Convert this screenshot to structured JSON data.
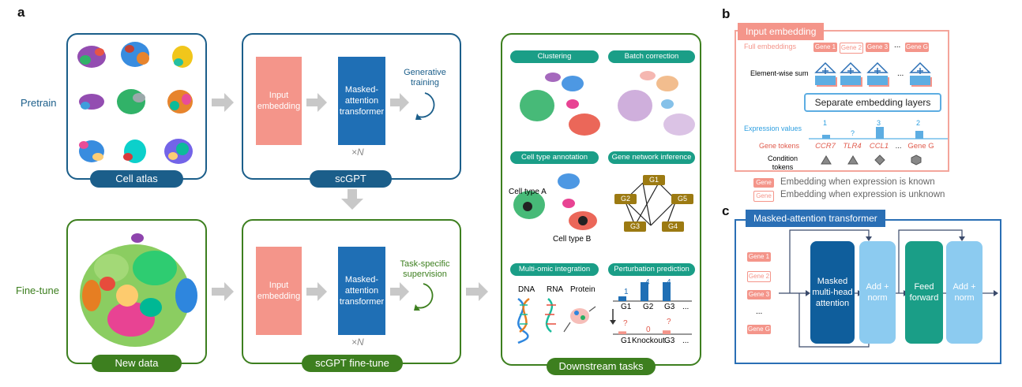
{
  "panel_letters": {
    "a": "a",
    "b": "b",
    "c": "c"
  },
  "colors": {
    "blue_dark": "#1b5e8a",
    "green_dark": "#3d7f1f",
    "salmon": "#f4958a",
    "blue_box": "#1f6fb5",
    "teal": "#1a9e87",
    "light_blue": "#8ccbf0",
    "gold": "#9c7a12",
    "red": "#e05b4d"
  },
  "a": {
    "rows": {
      "pretrain": "Pretrain",
      "finetune": "Fine-tune"
    },
    "pretrain": {
      "cell_atlas": "Cell atlas",
      "input_embedding": "Input embedding",
      "masked_transformer": "Masked-attention transformer",
      "generative_training": "Generative training",
      "times_n": "×N",
      "model": "scGPT"
    },
    "finetune": {
      "new_data": "New data",
      "input_embedding": "Input embedding",
      "masked_transformer": "Masked-attention transformer",
      "task_supervision": "Task-specific supervision",
      "times_n": "×N",
      "model": "scGPT fine-tune"
    },
    "tasks": {
      "title": "Downstream tasks",
      "clustering": "Clustering",
      "batch_correction": "Batch correction",
      "cell_type_annotation": "Cell type annotation",
      "cell_type_a": "Cell type A",
      "cell_type_b": "Cell type B",
      "gene_network_inference": "Gene network inference",
      "network_nodes": [
        "G1",
        "G2",
        "G5",
        "G3",
        "G4"
      ],
      "multiomic": "Multi-omic integration",
      "omics": [
        "DNA",
        "RNA",
        "Protein"
      ],
      "perturbation": "Perturbation prediction",
      "pert_top_values": [
        "1",
        "4",
        "4"
      ],
      "pert_top_labels": [
        "G1",
        "G2",
        "G3",
        "..."
      ],
      "pert_bottom_values": [
        "?",
        "0",
        "?"
      ],
      "pert_bottom_labels": [
        "G1",
        "Knockout",
        "G3",
        "..."
      ],
      "perturbation_bars": {
        "top": [
          1,
          4,
          4
        ],
        "bottom": [
          0.6,
          0,
          0.8
        ]
      }
    }
  },
  "b": {
    "title": "Input embedding",
    "full_embeddings": "Full embeddings",
    "gene_tags": [
      "Gene 1",
      "Gene 2",
      "Gene 3",
      "...",
      "Gene G"
    ],
    "element_wise_sum": "Element-wise sum",
    "ellipsis": "...",
    "separate_layers": "Separate embedding layers",
    "expression_values": "Expression values",
    "expr_labels": [
      "1",
      "?",
      "3",
      "2"
    ],
    "expr_bars": [
      1,
      0,
      3,
      2
    ],
    "gene_tokens": "Gene tokens",
    "genes": [
      "CCR7",
      "TLR4",
      "CCL1",
      "...",
      "Gene G"
    ],
    "condition_tokens": "Condition tokens",
    "legend": [
      {
        "tag": "Gene",
        "text": "Embedding when expression is known"
      },
      {
        "tag": "Gene",
        "text": "Embedding when expression is unknown"
      }
    ]
  },
  "c": {
    "title": "Masked-attention transformer",
    "genes": [
      "Gene 1",
      "Gene 2",
      "Gene 3",
      "...",
      "Gene G"
    ],
    "masked_attention": "Masked multi-head attention",
    "add_norm_1": "Add + norm",
    "feed_forward": "Feed forward",
    "add_norm_2": "Add + norm"
  }
}
